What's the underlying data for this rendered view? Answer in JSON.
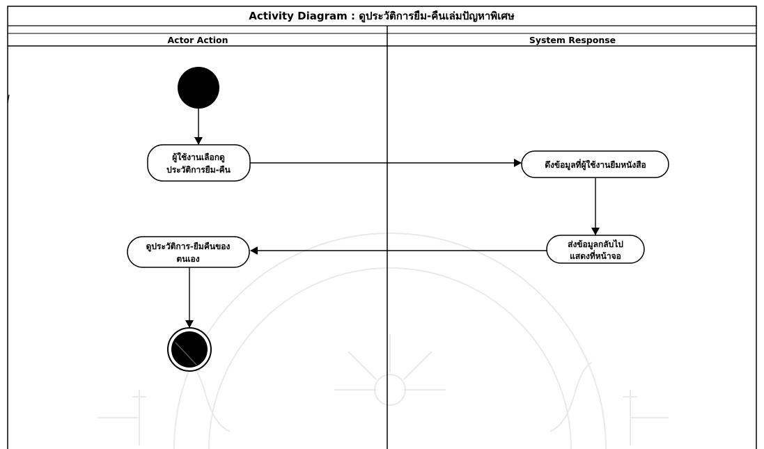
{
  "title": "Activity Diagram : ดูประวัติการยืม-คืนเล่มปัญหาพิเศษ",
  "lanes": {
    "left": "Actor Action",
    "right": "System Response"
  },
  "nodes": {
    "select_history": {
      "line1": "ผู้ใช้งานเลือกดู",
      "line2": "ประวัติการยืม-คืน"
    },
    "fetch_data": {
      "line1": "ดึงข้อมูลที่ผู้ใช้งานยืมหนังสือ"
    },
    "send_data": {
      "line1": "ส่งข้อมูลกลับไป",
      "line2": "แสดงที่หน้าจอ"
    },
    "view_history": {
      "line1": "ดูประวัติการ-ยืมคืนของ",
      "line2": "ตนเอง"
    }
  }
}
